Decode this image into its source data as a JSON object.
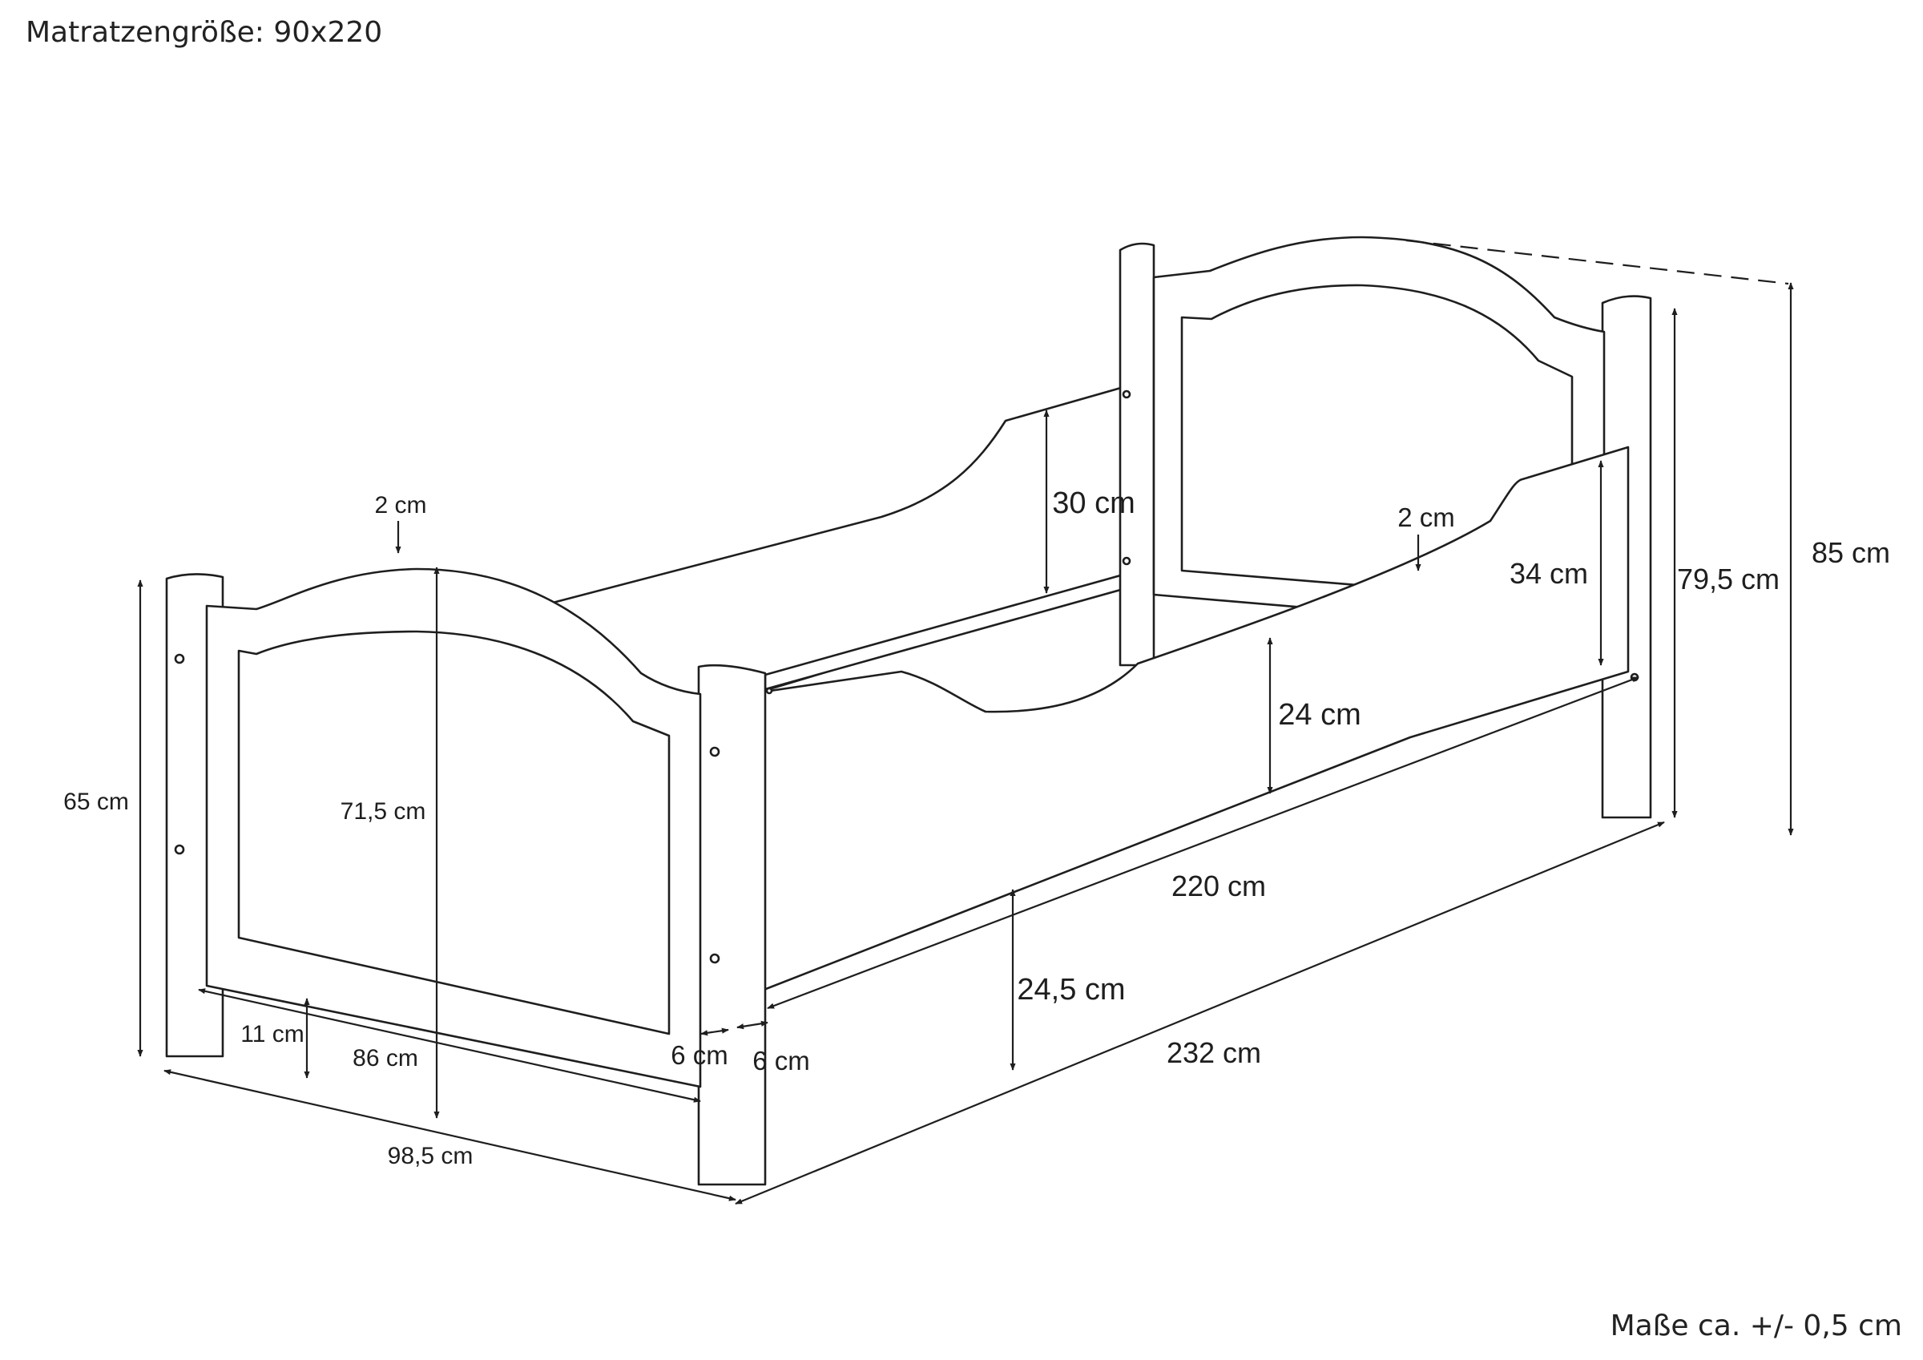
{
  "header": {
    "mattress_size": "Matratzengröße: 90x220"
  },
  "footer": {
    "tolerance": "Maße ca. +/- 0,5 cm"
  },
  "dimensions": {
    "foot_panel_arch_depth": "2 cm",
    "foot_panel_height": "71,5 cm",
    "foot_post_height": "65 cm",
    "leg_height": "11 cm",
    "inner_width": "86 cm",
    "outer_width": "98,5 cm",
    "post_width_a": "6 cm",
    "post_width_b": "6 cm",
    "back_rail_cutout_depth": "30 cm",
    "front_rail_high": "34 cm",
    "head_panel_arch_depth": "2 cm",
    "front_rail_low": "24 cm",
    "inner_length": "220 cm",
    "under_bed_clearance": "24,5 cm",
    "outer_length": "232 cm",
    "head_post_height": "79,5 cm",
    "head_total_height": "85 cm"
  },
  "colors": {
    "line": "#1e1e1e",
    "background": "#ffffff"
  }
}
